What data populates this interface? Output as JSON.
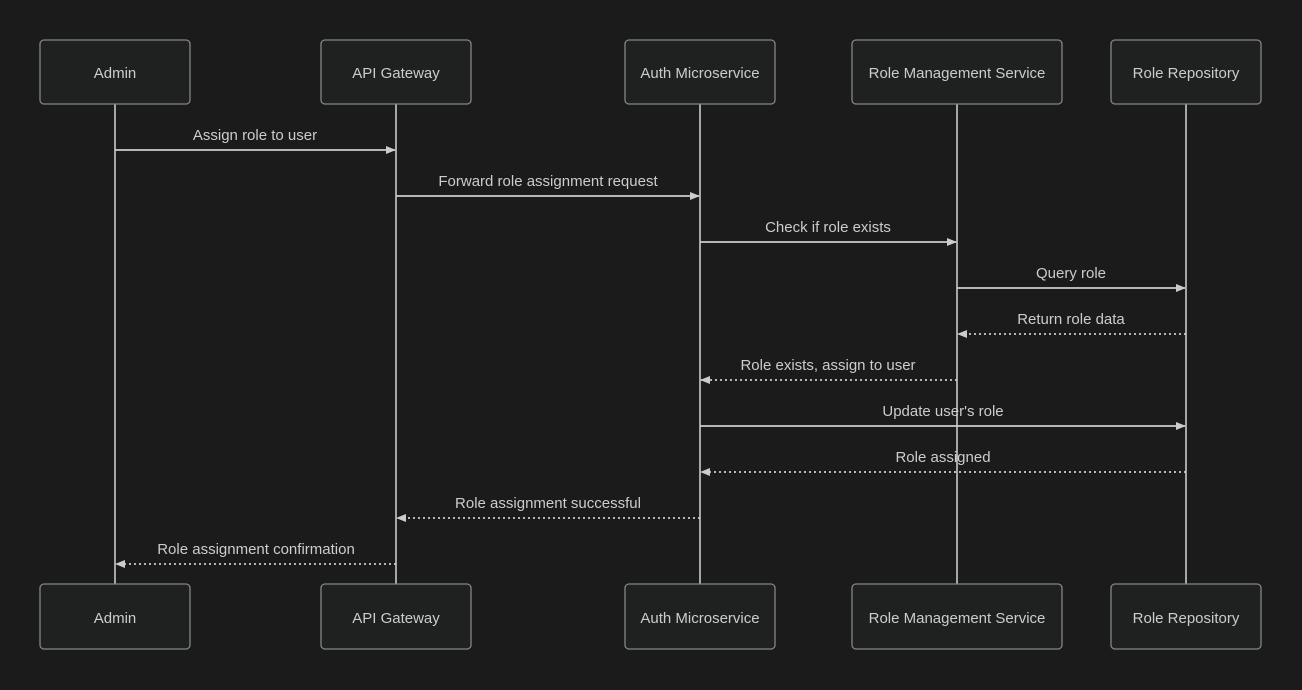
{
  "diagram": {
    "type": "sequence",
    "colors": {
      "background": "#1b1b1b",
      "actor_fill": "#1f2020",
      "actor_border": "#828588",
      "line_color": "#cccccc",
      "text_color": "#cccccc"
    }
  },
  "participants": [
    {
      "name": "Admin"
    },
    {
      "name": "API Gateway"
    },
    {
      "name": "Auth Microservice"
    },
    {
      "name": "Role Management Service"
    },
    {
      "name": "Role Repository"
    }
  ],
  "messages": [
    {
      "from": "Admin",
      "to": "API Gateway",
      "label": "Assign role to user",
      "style": "solid"
    },
    {
      "from": "API Gateway",
      "to": "Auth Microservice",
      "label": "Forward role assignment request",
      "style": "solid"
    },
    {
      "from": "Auth Microservice",
      "to": "Role Management Service",
      "label": "Check if role exists",
      "style": "solid"
    },
    {
      "from": "Role Management Service",
      "to": "Role Repository",
      "label": "Query role",
      "style": "solid"
    },
    {
      "from": "Role Repository",
      "to": "Role Management Service",
      "label": "Return role data",
      "style": "dotted"
    },
    {
      "from": "Role Management Service",
      "to": "Auth Microservice",
      "label": "Role exists, assign to user",
      "style": "dotted"
    },
    {
      "from": "Auth Microservice",
      "to": "Role Repository",
      "label": "Update user's role",
      "style": "solid"
    },
    {
      "from": "Role Repository",
      "to": "Auth Microservice",
      "label": "Role assigned",
      "style": "dotted"
    },
    {
      "from": "Auth Microservice",
      "to": "API Gateway",
      "label": "Role assignment successful",
      "style": "dotted"
    },
    {
      "from": "API Gateway",
      "to": "Admin",
      "label": "Role assignment confirmation",
      "style": "dotted"
    }
  ]
}
